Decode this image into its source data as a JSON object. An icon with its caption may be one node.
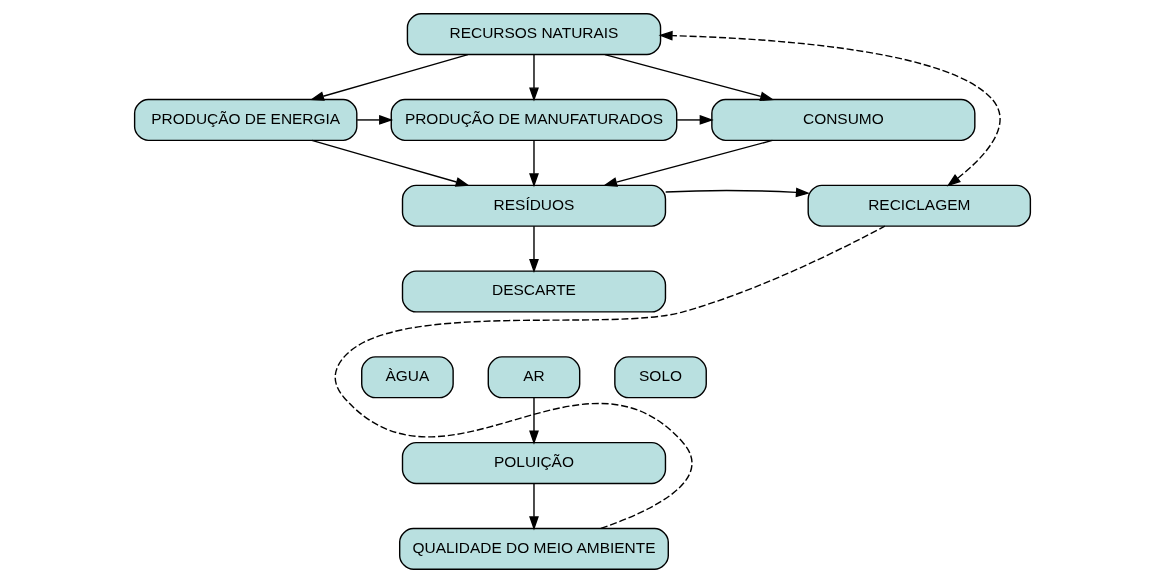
{
  "diagram": {
    "nodes": [
      {
        "text": [
          "RECURSOS NATURAIS"
        ]
      },
      {
        "text": [
          "PRODUÇÃO DE ENERGIA"
        ]
      },
      {
        "text": [
          "PRODUÇÃO DE MANUFATURADOS"
        ]
      },
      {
        "text": [
          "CONSUMO"
        ]
      },
      {
        "text": [
          "RECICLAGEM"
        ]
      },
      {
        "text": [
          "RESÍDUOS"
        ]
      },
      {
        "text": [
          "DESCARTE"
        ]
      },
      {
        "text": [
          "ÀGUA"
        ]
      },
      {
        "text": [
          "AR"
        ]
      },
      {
        "text": [
          "SOLO"
        ]
      },
      {
        "text": [
          "POLUIÇÃO"
        ]
      },
      {
        "text": [
          "QUALIDADE DO MEIO AMBIENTE"
        ]
      }
    ],
    "edges": [
      {
        "from": 0,
        "to": 1,
        "arrow": "to"
      },
      {
        "from": 0,
        "to": 2,
        "arrow": "to"
      },
      {
        "from": 0,
        "to": 3,
        "arrow": "to"
      },
      {
        "from": 1,
        "to": 2,
        "arrow": "to"
      },
      {
        "from": 2,
        "to": 3,
        "arrow": "to"
      },
      {
        "from": 1,
        "to": 5,
        "arrow": "to"
      },
      {
        "from": 2,
        "to": 5,
        "arrow": "to"
      },
      {
        "from": 3,
        "to": 5,
        "arrow": "to"
      },
      {
        "from": 5,
        "to": 4,
        "arrow": "to"
      },
      {
        "from": 4,
        "to": 0,
        "arrow": "both",
        "style": "dashed"
      },
      {
        "from": 5,
        "to": 6,
        "arrow": "to"
      },
      {
        "from": 8,
        "to": 10,
        "arrow": "to"
      },
      {
        "from": 10,
        "to": 11,
        "arrow": "to"
      },
      {
        "from": 11,
        "to": 4,
        "arrow": "none",
        "style": "dashed"
      }
    ]
  }
}
